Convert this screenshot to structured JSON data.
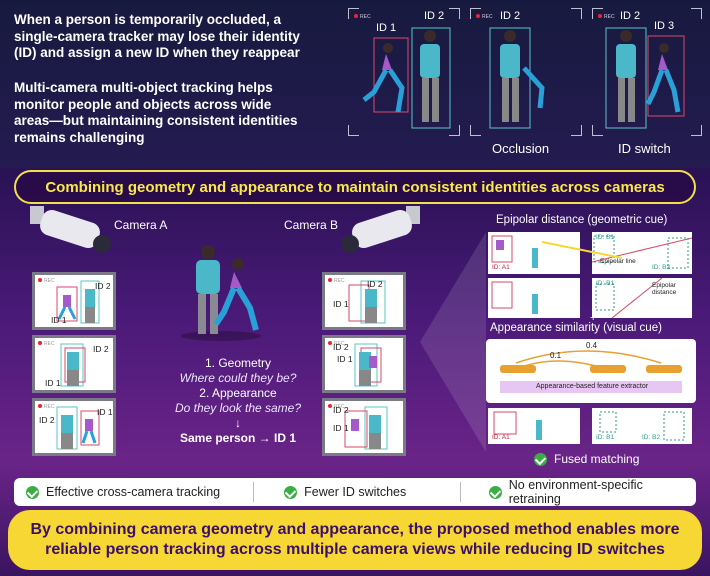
{
  "intro": {
    "para1": [
      "When a person is temporarily occluded, a",
      "single-camera tracker may lose their identity",
      "(ID) and assign a new ID when they reappear"
    ],
    "para2": [
      "Multi-camera multi-object tracking helps",
      "monitor people and objects across wide",
      "areas—but maintaining consistent identities",
      "remains challenging"
    ]
  },
  "frames": [
    {
      "ids": [
        "ID 1",
        "ID 2"
      ],
      "caption": ""
    },
    {
      "ids": [
        "ID 2"
      ],
      "caption": "Occlusion"
    },
    {
      "ids": [
        "ID 2",
        "ID 3"
      ],
      "caption": "ID switch"
    }
  ],
  "rec_label": "REC",
  "headline": "Combining geometry and appearance to maintain consistent identities across cameras",
  "cameras": {
    "a": "Camera A",
    "b": "Camera B"
  },
  "camA_panels": [
    [
      "ID 2",
      "ID 1"
    ],
    [
      "ID 2",
      "ID 1"
    ],
    [
      "ID 2",
      "ID 1"
    ]
  ],
  "camB_panels": [
    [
      "ID 2",
      "ID 1"
    ],
    [
      "ID 2",
      "ID 1"
    ],
    [
      "ID 2",
      "ID 1"
    ]
  ],
  "steps": {
    "s1": "1. Geometry",
    "s1q": "Where could they be?",
    "s2": "2. Appearance",
    "s2q": "Do they look the same?",
    "arrow": "↓",
    "result": "Same person → ID  1"
  },
  "right": {
    "epipolar_title": "Epipolar distance (geometric cue)",
    "epipolar_line": "Epipolar line",
    "epipolar_distance": "Epipolar distance",
    "id_a1": "ID: A1",
    "id_b1": "ID: B1",
    "id_b2": "ID: B2",
    "plus": "+",
    "appearance_title": "Appearance similarity (visual cue)",
    "sim_high": "0.4",
    "sim_low": "0.1",
    "extractor": "Appearance-based feature extractor",
    "fused": "Fused matching"
  },
  "benefits": [
    "Effective cross-camera tracking",
    "Fewer ID switches",
    "No environment-specific retraining"
  ],
  "conclusion": [
    "By combining camera geometry and appearance, the proposed method enables more",
    "reliable person tracking across multiple camera views while reducing ID switches"
  ],
  "colors": {
    "accent_yellow": "#f6d734",
    "headline_text": "#f8e94a",
    "check_green": "#3aae45",
    "id_red": "#c0203a",
    "id_teal": "#2f9a8a"
  }
}
